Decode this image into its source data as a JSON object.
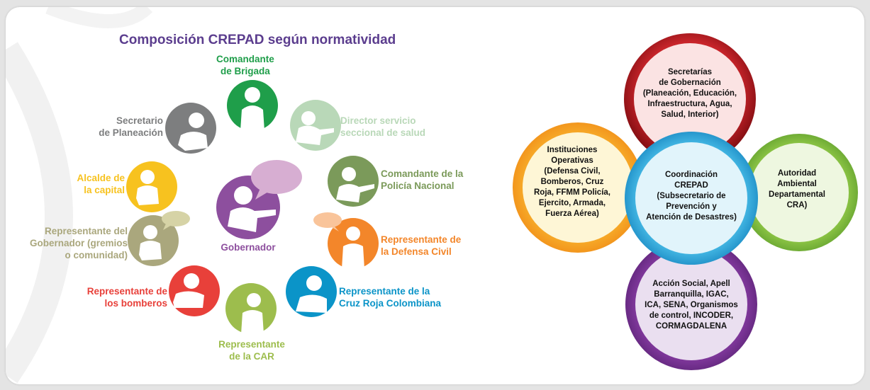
{
  "title": "Composición CREPAD según normatividad",
  "members": {
    "comandante_brigada": {
      "lines": [
        "Comandante",
        "de Brigada"
      ],
      "color": "#1f9e4a"
    },
    "director_salud": {
      "lines": [
        "Director servicio",
        "seccional de salud"
      ],
      "color": "#b9d8b8"
    },
    "comandante_policia": {
      "lines": [
        "Comandante de la",
        "Policía Nacional"
      ],
      "color": "#7b9a5a"
    },
    "defensa_civil": {
      "lines": [
        "Representante de",
        "la Defensa Civil"
      ],
      "color": "#f3862a"
    },
    "cruz_roja": {
      "lines": [
        "Representante de la",
        "Cruz Roja Colombiana"
      ],
      "color": "#0b94c8"
    },
    "car": {
      "lines": [
        "Representante",
        "de la CAR"
      ],
      "color": "#9dbd4d"
    },
    "bomberos": {
      "lines": [
        "Representante de",
        "los bomberos"
      ],
      "color": "#e8403a"
    },
    "gobernador_rep": {
      "lines": [
        "Representante del",
        "Gobernador (gremios",
        "o comunidad)"
      ],
      "color": "#aaa77d"
    },
    "alcalde": {
      "lines": [
        "Alcalde de",
        "la capital"
      ],
      "color": "#f7c21f"
    },
    "planeacion": {
      "lines": [
        "Secretario",
        "de Planeación"
      ],
      "color": "#7d7e7f"
    },
    "gobernador": {
      "lines": [
        "Gobernador"
      ],
      "color": "#8d4f9e"
    }
  },
  "venn": {
    "top": {
      "lines": [
        "Secretarías",
        "de Gobernación",
        "(Planeación, Educación,",
        "Infraestructura, Agua,",
        "Salud, Interior)"
      ],
      "color": "#b0161c"
    },
    "left": {
      "lines": [
        "Instituciones",
        "Operativas",
        "(Defensa Civil,",
        "Bomberos, Cruz",
        "Roja, FFMM Policía,",
        "Ejercito, Armada,",
        "Fuerza Aérea)"
      ],
      "color": "#f5a11d"
    },
    "center": {
      "lines": [
        "Coordinación",
        "CREPAD",
        "(Subsecretario  de",
        "Prevención y",
        "Atención de Desastres)"
      ],
      "color": "#27a9dd"
    },
    "right": {
      "lines": [
        "Autoridad",
        "Ambiental",
        "Departamental",
        "CRA)"
      ],
      "color": "#8cc63e"
    },
    "bottom": {
      "lines": [
        "Acción Social, Apell",
        "Barranquilla, IGAC,",
        "ICA, SENA, Organismos",
        "de control, INCODER,",
        "CORMAGDALENA"
      ],
      "color": "#6e2f8c"
    }
  }
}
